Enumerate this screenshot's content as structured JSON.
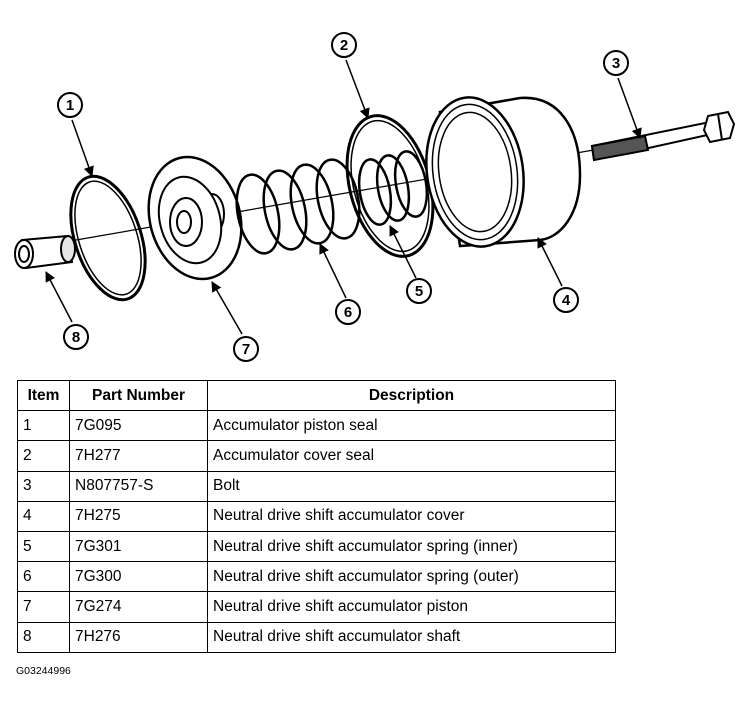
{
  "figure_id": "G03244996",
  "callouts": [
    {
      "label": "1"
    },
    {
      "label": "2"
    },
    {
      "label": "3"
    },
    {
      "label": "4"
    },
    {
      "label": "5"
    },
    {
      "label": "6"
    },
    {
      "label": "7"
    },
    {
      "label": "8"
    }
  ],
  "table": {
    "headers": [
      "Item",
      "Part Number",
      "Description"
    ],
    "rows": [
      {
        "item": "1",
        "part_number": "7G095",
        "description": "Accumulator piston seal"
      },
      {
        "item": "2",
        "part_number": "7H277",
        "description": "Accumulator cover seal"
      },
      {
        "item": "3",
        "part_number": "N807757-S",
        "description": "Bolt"
      },
      {
        "item": "4",
        "part_number": "7H275",
        "description": "Neutral drive shift accumulator cover"
      },
      {
        "item": "5",
        "part_number": "7G301",
        "description": "Neutral drive shift accumulator spring (inner)"
      },
      {
        "item": "6",
        "part_number": "7G300",
        "description": "Neutral drive shift accumulator spring (outer)"
      },
      {
        "item": "7",
        "part_number": "7G274",
        "description": "Neutral drive shift accumulator piston"
      },
      {
        "item": "8",
        "part_number": "7H276",
        "description": "Neutral drive shift accumulator shaft"
      }
    ]
  }
}
